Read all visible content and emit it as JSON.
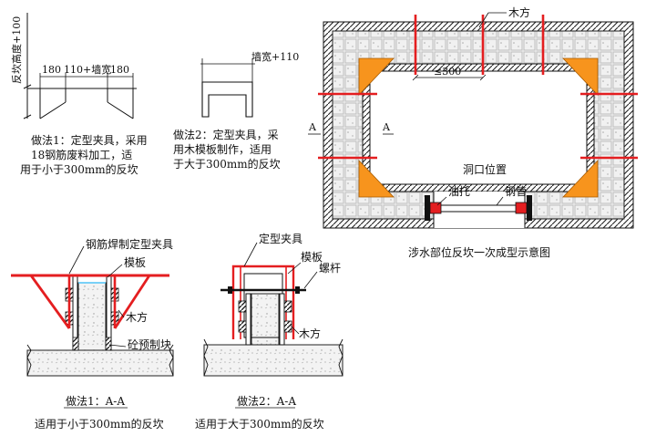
{
  "diagram": {
    "method1": {
      "dim_vertical": "反坎高度+100",
      "dim_180_left": "180",
      "dim_middle": "110+墙宽",
      "dim_180_right": "180",
      "desc_lines": [
        "做法1：定型夹具，采用",
        "18钢筋废料加工，适",
        "用于小于300mm的反坎"
      ]
    },
    "method2": {
      "dim_width": "墙宽+110",
      "desc_lines": [
        "做法2：定型夹具，采",
        "用木模板制作，适用",
        "于大于300mm的反坎"
      ]
    },
    "plan_view": {
      "label_wood": "木方",
      "dim_spacing": "≤300",
      "section_mark_left": "A",
      "section_mark_right": "A",
      "label_opening": "洞口位置",
      "label_bracket": "油托",
      "label_pipe": "钢管",
      "caption": "涉水部位反坎一次成型示意图"
    },
    "section1": {
      "label_clamp": "钢筋焊制定型夹具",
      "label_form": "模板",
      "label_wood": "木方",
      "label_block": "砼预制块",
      "title": "做法1：A-A",
      "subtitle": "适用于小于300mm的反坎"
    },
    "section2": {
      "label_clamp": "定型夹具",
      "label_form": "模板",
      "label_bolt": "螺杆",
      "label_wood": "木方",
      "title": "做法2：A-A",
      "subtitle": "适用于大于300mm的反坎"
    }
  }
}
